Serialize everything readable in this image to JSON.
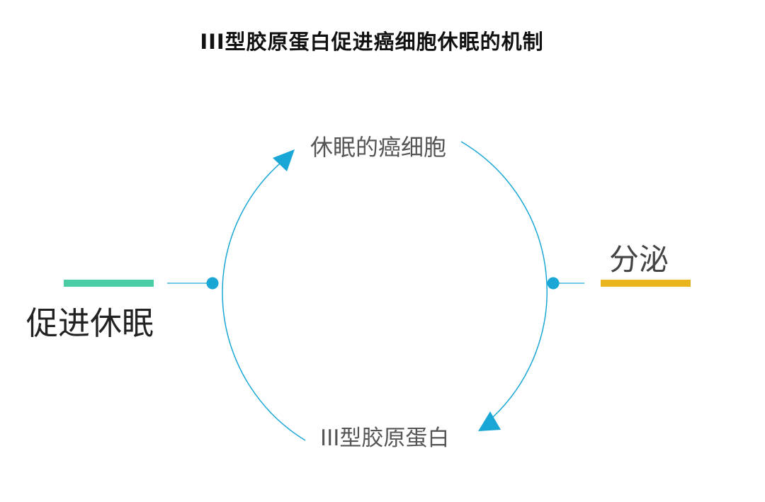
{
  "title": "III型胶原蛋白促进癌细胞休眠的机制",
  "nodes": {
    "top": "休眠的癌细胞",
    "bottom": "III型胶原蛋白",
    "left": "促进休眠",
    "right": "分泌"
  },
  "colors": {
    "cycle": "#1aa7d6",
    "left_bar": "#4ccca4",
    "right_bar": "#e8b51e",
    "title": "#111111",
    "label": "#555555"
  }
}
